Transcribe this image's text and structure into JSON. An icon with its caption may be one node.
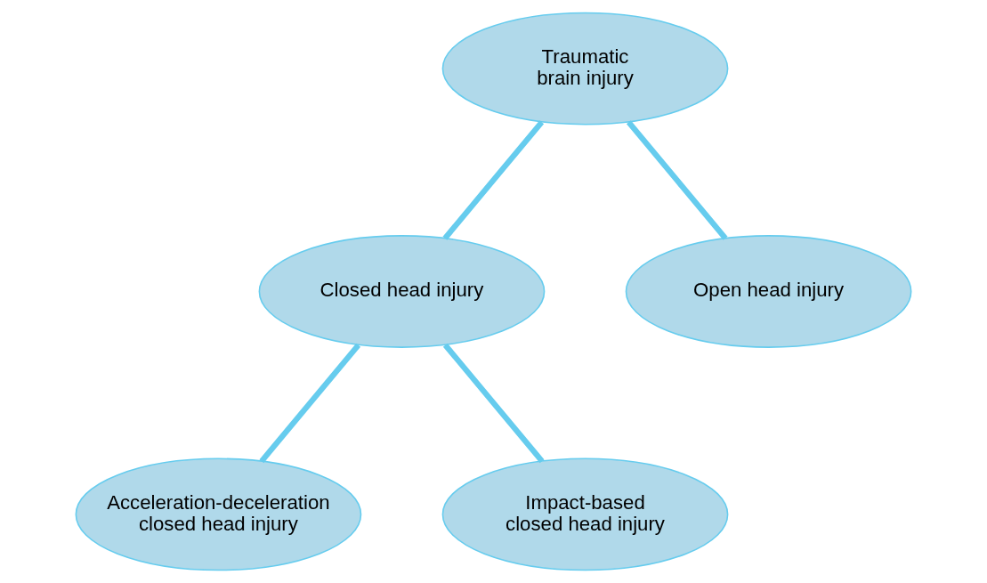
{
  "diagram": {
    "nodes": [
      {
        "text": [
          "Traumatic brain injury"
        ]
      },
      {
        "text": [
          "Closed head injury"
        ]
      },
      {
        "text": [
          "Open head injury"
        ]
      },
      {
        "text": [
          "Acceleration-deceleration closed head injury"
        ]
      },
      {
        "text": [
          "Impact-based closed head injury"
        ]
      }
    ],
    "edges": [
      {
        "from": 0,
        "to": 1,
        "arrow": "none"
      },
      {
        "from": 0,
        "to": 2,
        "arrow": "none"
      },
      {
        "from": 1,
        "to": 3,
        "arrow": "none"
      },
      {
        "from": 1,
        "to": 4,
        "arrow": "none"
      }
    ]
  }
}
